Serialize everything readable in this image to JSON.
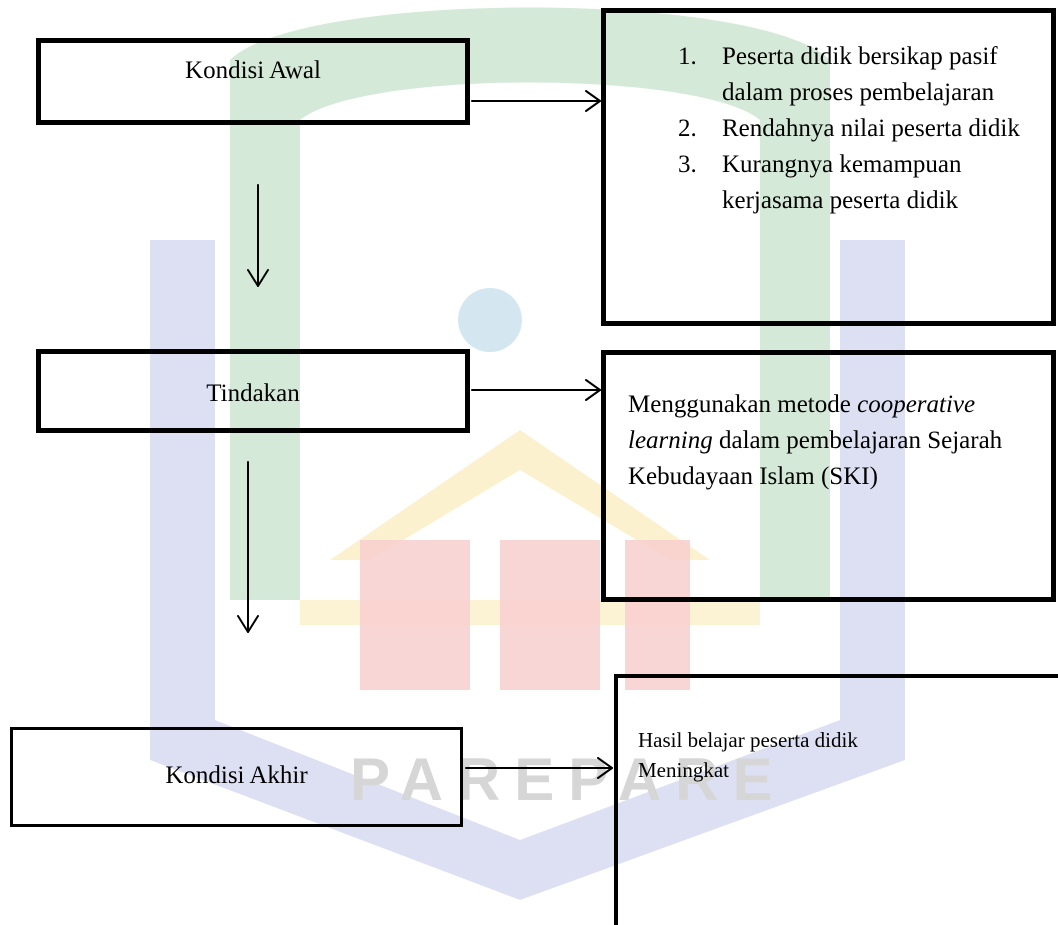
{
  "watermark": {
    "text": "PAREPARE",
    "colors": {
      "green": "#c6e2c9",
      "yellow": "#fbefc9",
      "red": "#f8cfcf",
      "blue": "#cfd3ec"
    }
  },
  "diagram": {
    "stages": [
      {
        "label": "Kondisi Awal"
      },
      {
        "label": "Tindakan"
      },
      {
        "label": "Kondisi Akhir"
      }
    ],
    "kondisi_awal_detail": {
      "items": [
        {
          "num": "1.",
          "text": "Peserta didik bersikap pasif dalam proses pembelajaran"
        },
        {
          "num": "2.",
          "text": "Rendahnya nilai peserta didik"
        },
        {
          "num": "3.",
          "text": "Kurangnya kemampuan kerjasama peserta didik"
        }
      ]
    },
    "tindakan_detail": {
      "prefix": "Menggunakan metode ",
      "emphasis": "cooperative learning",
      "suffix": " dalam pembelajaran Sejarah Kebudayaan Islam (SKI)"
    },
    "kondisi_akhir_detail": {
      "line1": "Hasil belajar peserta didik",
      "line2": "Meningkat"
    }
  }
}
